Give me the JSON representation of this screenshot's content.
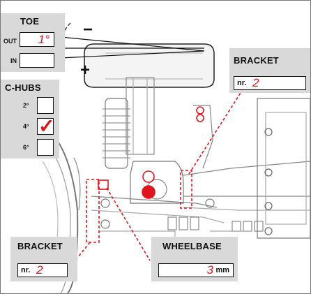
{
  "toe": {
    "title": "TOE",
    "out_label": "OUT",
    "in_label": "IN",
    "out_value": "1°",
    "in_value": "",
    "minus_sign": "−",
    "plus_sign": "+"
  },
  "chubs": {
    "title": "C-HUBS",
    "options": [
      {
        "label": "2°",
        "checked": false
      },
      {
        "label": "4°",
        "checked": true
      },
      {
        "label": "6°",
        "checked": false
      }
    ],
    "check_mark": "✓"
  },
  "bracket_right": {
    "title": "BRACKET",
    "prefix": "nr.",
    "value": "2"
  },
  "bracket_left": {
    "title": "BRACKET",
    "prefix": "nr.",
    "value": "2"
  },
  "wheelbase": {
    "title": "WHEELBASE",
    "value": "3",
    "unit": "mm"
  },
  "colors": {
    "accent_red": "#e0141c",
    "panel_gray": "#d9d9d9",
    "line_dark": "#111111"
  }
}
